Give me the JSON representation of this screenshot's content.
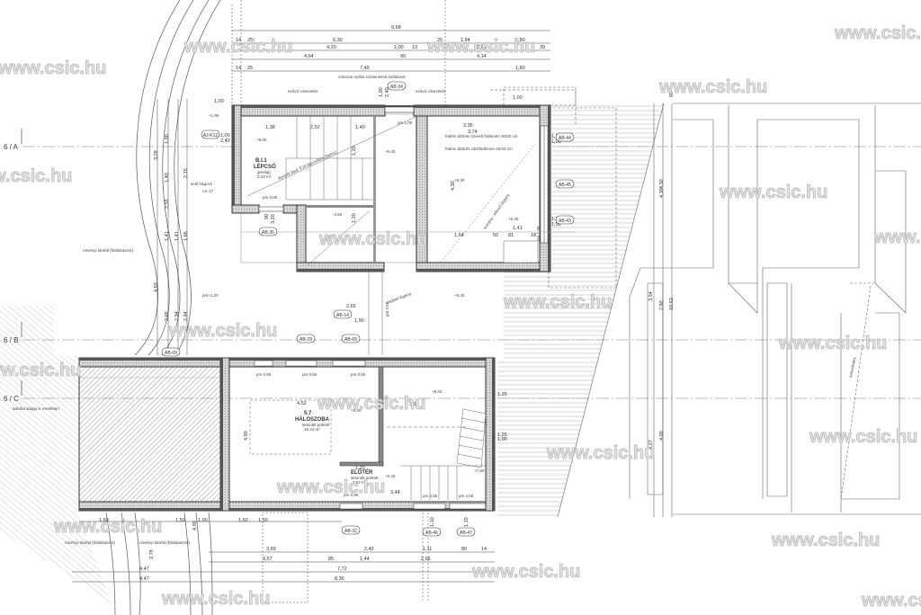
{
  "watermark": "www.csic.hu",
  "axes": [
    "6 / A",
    "6 / B",
    "6 / C"
  ],
  "rooms": {
    "stair": {
      "code": "B.I.1",
      "name": "LÉPCSŐ",
      "floor": "greslap",
      "area": "2,23 m²"
    },
    "bedroom": {
      "code": "5.7",
      "name": "HÁLÓSZOBA",
      "floor": "laminált parkett",
      "area": "18,44 m²"
    },
    "hall": {
      "name": "ELŐTÉR",
      "floor": "laminált parkett",
      "area": "3,62 m²"
    }
  },
  "annotations": {
    "motor_opening": "motoros nyílás szintenkénti indítással",
    "rainwater_1": "esővíz elvezetés",
    "rainwater_2": "esővíz elvezetés",
    "slab_opening_1": "födém áttörés szerelt födémen 30/20 cm",
    "slab_opening_2": "födém áttörés zárófödémen 20/20 cm",
    "stair_ref": "lépcsőt lásd: E16 lépcsőterv (lapos)",
    "kitchen_void": "konyha - étkező légtere",
    "living_void": "nappali légtere",
    "sheet_roof": "lemezfedés",
    "retaining_wall_1": "növényi támfal (földakasztó)",
    "retaining_wall_2": "növényi támfal (földakasztó)",
    "retaining_wall_3": "növényi támfal (földakasztó)",
    "steel_ladder": "acél hágcsó",
    "lk": "LK-17",
    "pm_120": "pm+1,20",
    "wall_base": "tartófal alapja 2. emeleten",
    "void_small": "légtér"
  },
  "tags": [
    "AB-34",
    "AB-35",
    "AB-14",
    "AB-29",
    "AB-09",
    "AB-09",
    "AB-32",
    "AB-46",
    "AB-47",
    "AB-44",
    "AB-45",
    "AB-43",
    "AJ-K12"
  ],
  "levels": [
    "+8,00",
    "+6,40",
    "+9,30",
    "-4,50",
    "+6,40",
    "+6,40",
    "+8,40",
    "+9,40",
    "+7,80",
    "+0,40",
    "+1,96"
  ],
  "parapets": [
    "pm 0,60",
    "pm 1,00",
    "pm 0,55",
    "pm 0,55",
    "pm 0,55",
    "pm 0,85",
    "pm 4,55",
    "pm 4,55",
    "pm 1,30",
    "pm 3,55"
  ],
  "dims_top": [
    "9,68",
    "14",
    "25",
    "5,30",
    "25",
    "1,84",
    "1,80",
    "4,20",
    "1,00",
    "13",
    "3,61",
    "39",
    "4,64",
    "90",
    "4,14",
    "14",
    "25",
    "7,49",
    "1,80",
    "1,00",
    "1,00",
    "1,00",
    "2,40"
  ],
  "dims_upper": [
    "1,38",
    "2,52",
    "1,40",
    "3,35",
    "3,74",
    "1,94",
    "1,41",
    "50",
    "81",
    "18",
    "4,30",
    "1,20",
    "1,20",
    "90",
    "3,20",
    "1,25",
    "1,00",
    "1,25",
    "1,00",
    "2,65",
    "1,90",
    "1,00",
    "2,40"
  ],
  "dims_lower": [
    "4,52",
    "3,10",
    "4,90",
    "1,20",
    "3,44",
    "1,50",
    "1,60",
    "1,50",
    "1,60",
    "1,00",
    "1,10",
    "1,10",
    "1,25",
    "1,25",
    "1,00",
    "4,90"
  ],
  "dims_bottom": [
    "3,89",
    "2,42",
    "1,11",
    "80",
    "14",
    "3,67",
    "85",
    "1,44",
    "2,66",
    "4,47",
    "7,72",
    "4,47",
    "8,36",
    "2,78"
  ],
  "dims_left": [
    "3,28",
    "1,00",
    "1,40",
    "2,55",
    "2,15",
    "1,41",
    "1,41",
    "1,66",
    "4,60",
    "2,66",
    "2,94",
    "2,94"
  ],
  "dims_right": [
    "60",
    "4,30",
    "4,30",
    "3,54",
    "2,80",
    "10,52",
    "4,27",
    "4,00"
  ]
}
